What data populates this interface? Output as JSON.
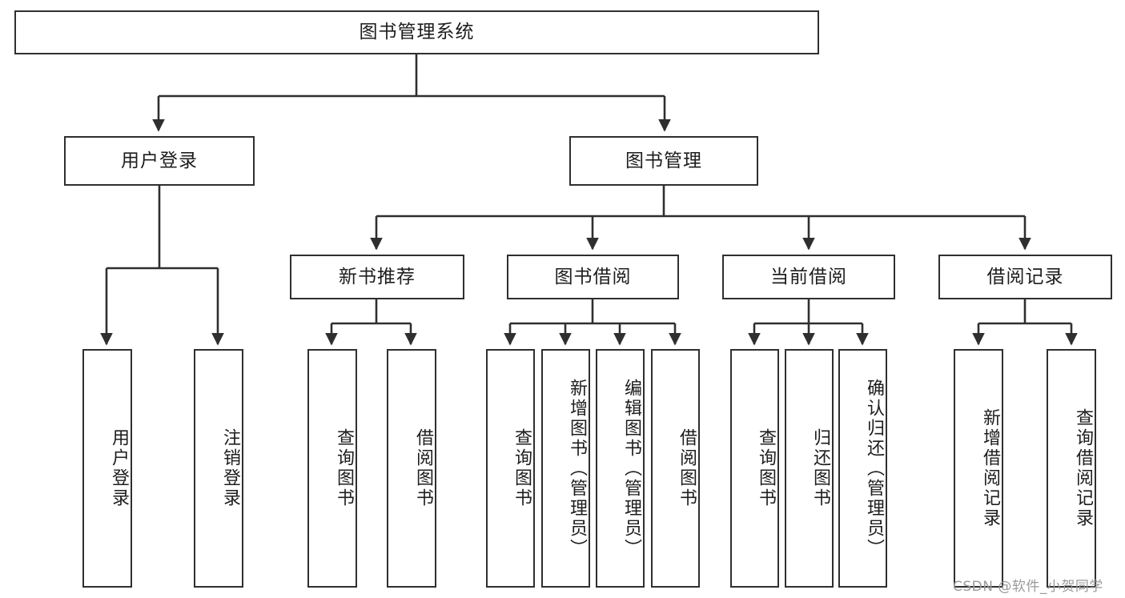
{
  "diagram": {
    "title": "图书管理系统",
    "type": "tree-hierarchy-diagram",
    "accent_color": "#2f2f2f",
    "background_color": "#ffffff"
  },
  "root": {
    "label": "图书管理系统"
  },
  "level1": [
    {
      "label": "用户登录"
    },
    {
      "label": "图书管理"
    }
  ],
  "level2": [
    {
      "label": "新书推荐"
    },
    {
      "label": "图书借阅"
    },
    {
      "label": "当前借阅"
    },
    {
      "label": "借阅记录"
    }
  ],
  "leaves": {
    "user_login": [
      {
        "label": "用户登录"
      },
      {
        "label": "注销登录"
      }
    ],
    "new_book_recommend": [
      {
        "label": "查询图书"
      },
      {
        "label": "借阅图书"
      }
    ],
    "book_borrow": [
      {
        "label": "查询图书"
      },
      {
        "label": "新增图书（管理员）"
      },
      {
        "label": "编辑图书（管理员）"
      },
      {
        "label": "借阅图书"
      }
    ],
    "current_borrow": [
      {
        "label": "查询图书"
      },
      {
        "label": "归还图书"
      },
      {
        "label": "确认归还（管理员）"
      }
    ],
    "borrow_record": [
      {
        "label": "新增借阅记录"
      },
      {
        "label": "查询借阅记录"
      }
    ]
  },
  "watermark": {
    "text": "CSDN @软件_小贺同学"
  }
}
